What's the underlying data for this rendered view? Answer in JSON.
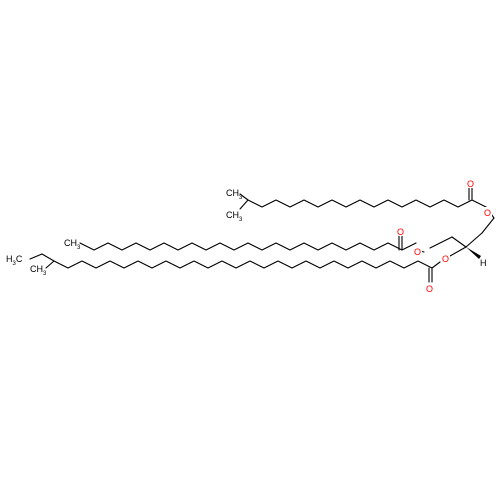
{
  "labels": {
    "o_ester1_ring": "O",
    "o_ester1_carbonyl": "O",
    "o_ester2_ring": "O",
    "o_ester2_carbonyl": "O",
    "o_ester3_ring": "O",
    "o_ester3_carbonyl": "O",
    "h_stereo": "H",
    "ch3_isobranch_a": "CH",
    "ch3_isobranch_a_sub": "3",
    "ch3_isobranch_b": "CH",
    "ch3_isobranch_b_sub": "3",
    "ch3_anteiso_a": "CH",
    "ch3_anteiso_a_sub": "3",
    "ch3_anteiso_b": "CH",
    "ch3_anteiso_b_sub": "3",
    "h3c_prefix": "H",
    "h3c_sub": "3",
    "h3c_c": "C"
  },
  "colors": {
    "oxygen": "#ff0000",
    "carbon": "#000000",
    "background": "#ffffff"
  }
}
